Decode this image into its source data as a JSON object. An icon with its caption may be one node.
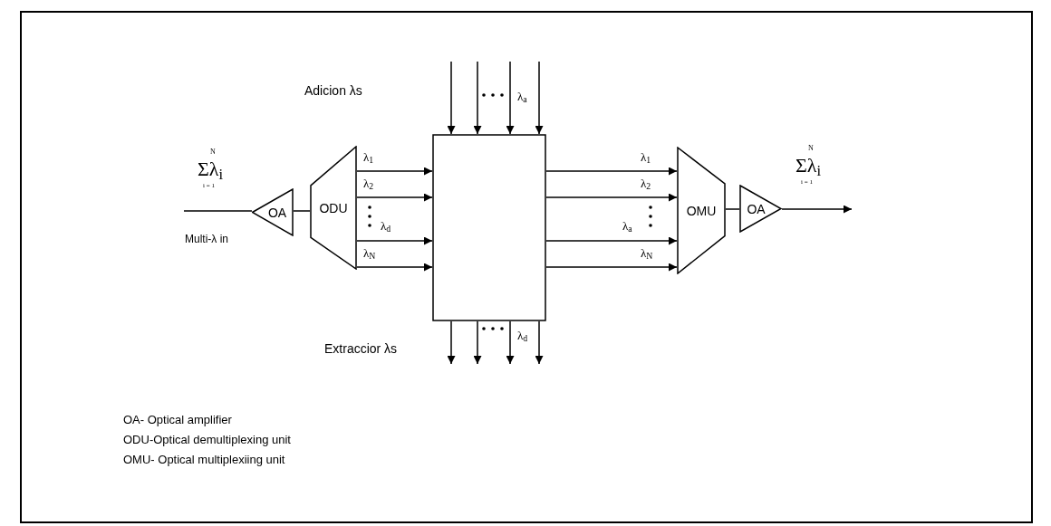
{
  "diagram": {
    "nodes": [
      {
        "text": [
          "OA"
        ]
      },
      {
        "text": [
          "ODU"
        ]
      },
      {
        "text": [],
        "shape": "box"
      },
      {
        "text": [
          "OMU"
        ]
      },
      {
        "text": [
          "OA"
        ]
      }
    ],
    "edges": [
      {
        "from": null,
        "to": 0,
        "arrow": "none"
      },
      {
        "from": 0,
        "to": 1,
        "arrow": "none"
      },
      {
        "from": 1,
        "to": 2,
        "arrow": "to",
        "label": "λ$_{1}$"
      },
      {
        "from": 1,
        "to": 2,
        "arrow": "to",
        "label": "λ$_{2}$"
      },
      {
        "from": 1,
        "to": 2,
        "arrow": "to",
        "label": "λ$_{d}$"
      },
      {
        "from": 1,
        "to": 2,
        "arrow": "to",
        "label": "λ$_{N}$"
      },
      {
        "from": 2,
        "to": 3,
        "arrow": "to",
        "label": "λ$_{1}$"
      },
      {
        "from": 2,
        "to": 3,
        "arrow": "to",
        "label": "λ$_{2}$"
      },
      {
        "from": 2,
        "to": 3,
        "arrow": "to",
        "label": "λ$_{a}$"
      },
      {
        "from": 2,
        "to": 3,
        "arrow": "to",
        "label": "λ$_{N}$"
      },
      {
        "from": 3,
        "to": 4,
        "arrow": "none"
      },
      {
        "from": 4,
        "to": null,
        "arrow": "to"
      },
      {
        "from": null,
        "to": 2,
        "arrow": "to"
      },
      {
        "from": null,
        "to": 2,
        "arrow": "to"
      },
      {
        "from": null,
        "to": 2,
        "arrow": "to",
        "label": "λ$_{a}$"
      },
      {
        "from": null,
        "to": 2,
        "arrow": "to"
      },
      {
        "from": 2,
        "to": null,
        "arrow": "to"
      },
      {
        "from": 2,
        "to": null,
        "arrow": "to"
      },
      {
        "from": 2,
        "to": null,
        "arrow": "to",
        "label": "λ$_{d}$"
      },
      {
        "from": 2,
        "to": null,
        "arrow": "to"
      }
    ],
    "labels": [
      "Adicion λs",
      "N",
      "Σλ$_{i}$",
      "i = 1",
      "Multi-λ in",
      "N",
      "Σλ$_{i}$",
      "i = 1",
      "Extraccior λs",
      "OA- Optical amplifier",
      "ODU-Optical demultiplexing unit",
      "OMU- Optical multiplexiing unit"
    ]
  }
}
